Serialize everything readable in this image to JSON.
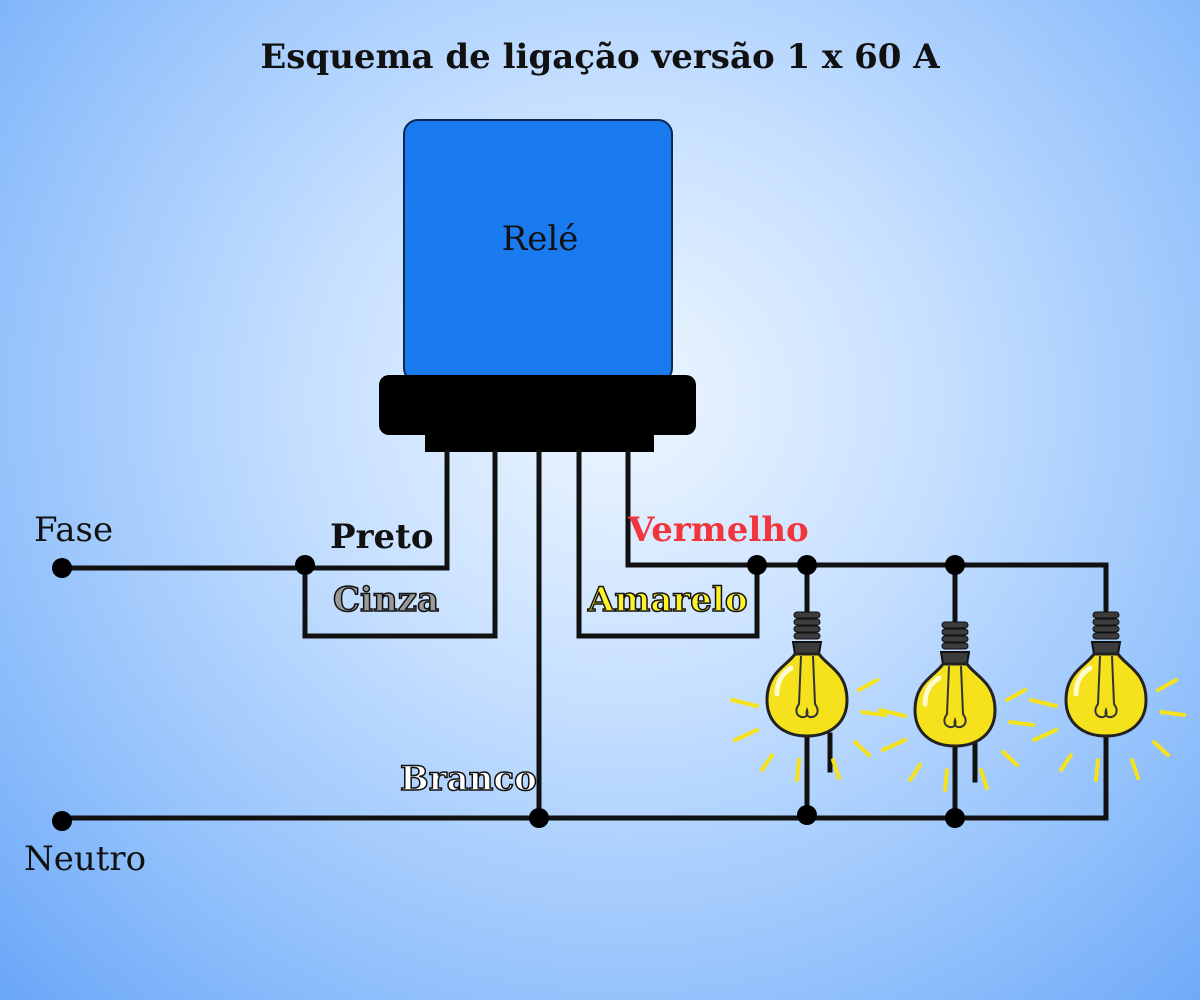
{
  "title": "Esquema de ligação versão 1 x 60 A",
  "relay": {
    "label": "Relé",
    "body_color": "#1a7af0",
    "base_color": "#000000"
  },
  "terminals": {
    "fase": "Fase",
    "neutro": "Neutro"
  },
  "wires": {
    "preto": {
      "label": "Preto",
      "color": "#111111"
    },
    "cinza": {
      "label": "Cinza",
      "color": "#9a9a9a"
    },
    "vermelho": {
      "label": "Vermelho",
      "color": "#f0353d"
    },
    "amarelo": {
      "label": "Amarelo",
      "color": "#fff22a"
    },
    "branco": {
      "label": "Branco",
      "color": "#ffffff"
    }
  },
  "lamps": {
    "count": 3,
    "glass_color": "#f5e21c",
    "ray_color": "#f5e21c",
    "socket_color": "#3c3c3c"
  }
}
